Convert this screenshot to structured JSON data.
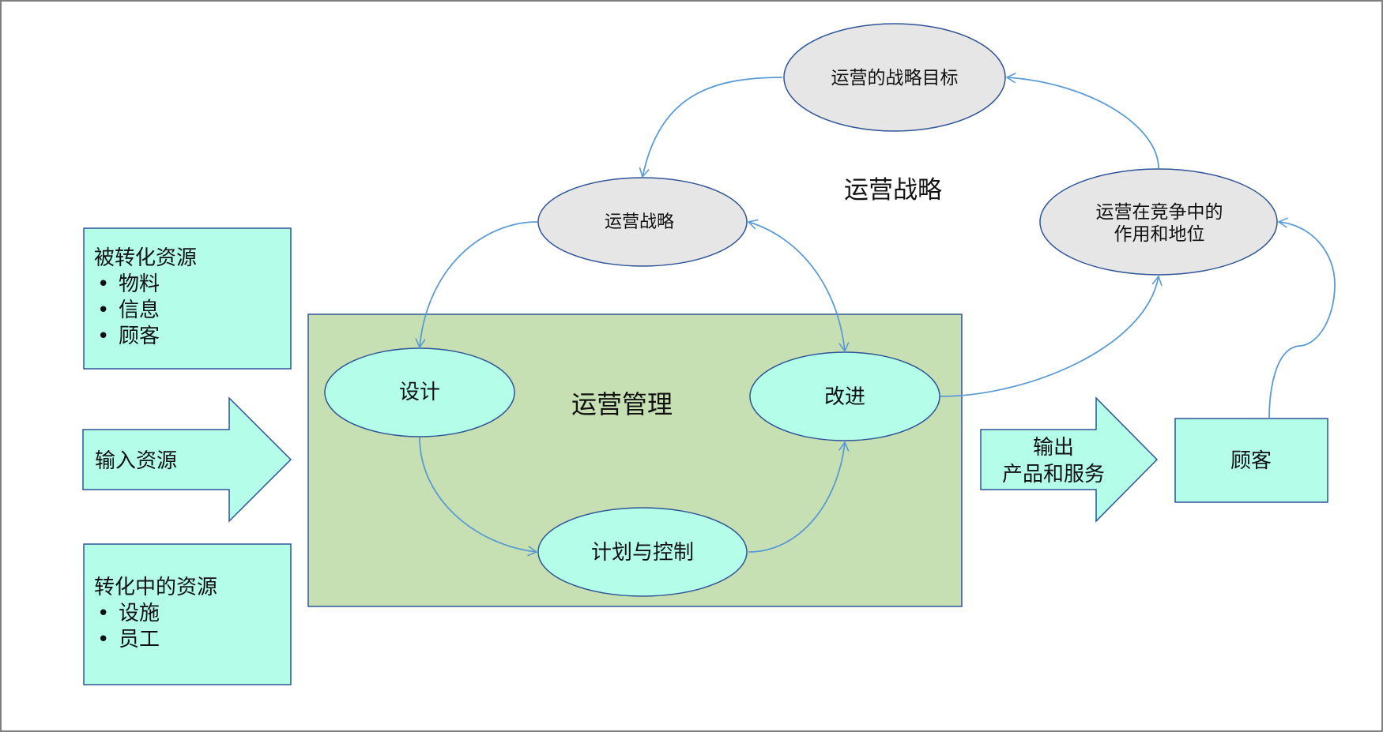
{
  "colors": {
    "stroke": "#2f5597",
    "flow_arrow": "#5b9bd5",
    "mint_fill": "#b3fde9",
    "grey_fill": "#e6e6e6",
    "management_fill": "#c6e0b4",
    "frame": "#7f7f7f"
  },
  "strategy": {
    "title": "运营战略",
    "goal": "运营的战略目标",
    "strategy": "运营战略",
    "role_line1": "运营在竞争中的",
    "role_line2": "作用和地位"
  },
  "management": {
    "title": "运营管理",
    "design": "设计",
    "improve": "改进",
    "plan_control": "计划与控制"
  },
  "inputs": {
    "transformed": {
      "heading": "被转化资源",
      "items": [
        "物料",
        "信息",
        "顾客"
      ]
    },
    "input_arrow": "输入资源",
    "transforming": {
      "heading": "转化中的资源",
      "items": [
        "设施",
        "员工"
      ]
    }
  },
  "outputs": {
    "line1": "输出",
    "line2": "产品和服务",
    "customer": "顾客"
  }
}
